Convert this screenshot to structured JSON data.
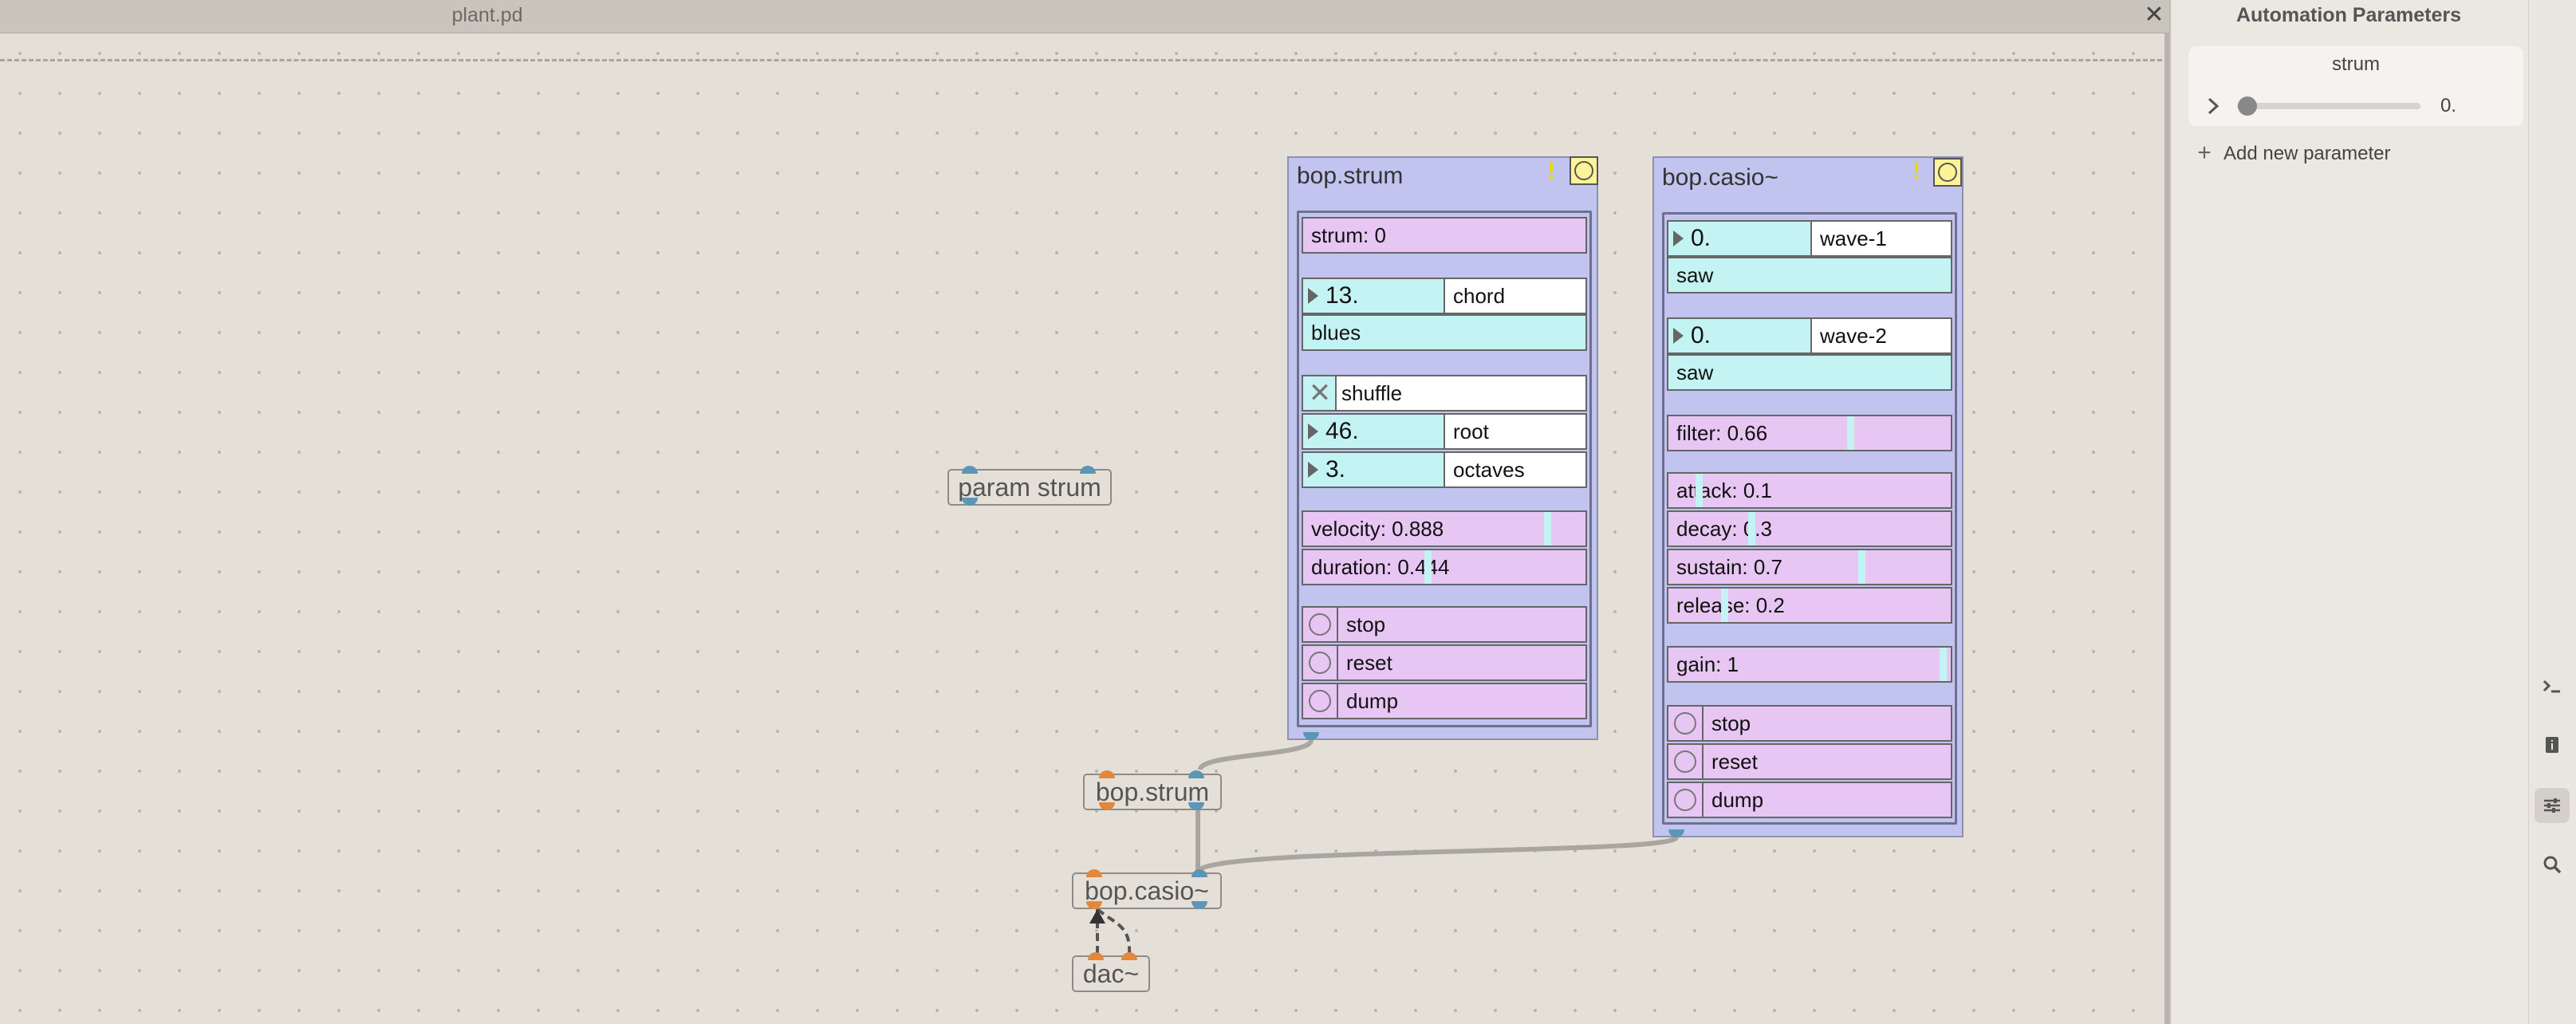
{
  "tab": {
    "title": "plant.pd"
  },
  "canvas": {
    "param_object": "param strum",
    "strum_object": "bop.strum",
    "casio_object": "bop.casio~",
    "dac_object": "dac~"
  },
  "strum_gop": {
    "title": "bop.strum",
    "warn": "!",
    "strum_label": "strum: 0",
    "chord_value": "13.",
    "chord_label": "chord",
    "chord_name": "blues",
    "shuffle_label": "shuffle",
    "root_value": "46.",
    "root_label": "root",
    "octaves_value": "3.",
    "octaves_label": "octaves",
    "velocity_label": "velocity: 0.888",
    "duration_label": "duration: 0.444",
    "stop_label": "stop",
    "reset_label": "reset",
    "dump_label": "dump"
  },
  "casio_gop": {
    "title": "bop.casio~",
    "warn": "!",
    "wave1_value": "0.",
    "wave1_label": "wave-1",
    "wave1_name": "saw",
    "wave2_value": "0.",
    "wave2_label": "wave-2",
    "wave2_name": "saw",
    "filter_label": "filter: 0.66",
    "attack_label": "attack: 0.1",
    "decay_label": "decay: 0.3",
    "sustain_label": "sustain: 0.7",
    "release_label": "release: 0.2",
    "gain_label": "gain: 1",
    "stop_label": "stop",
    "reset_label": "reset",
    "dump_label": "dump"
  },
  "panel": {
    "title": "Automation Parameters",
    "param_name": "strum",
    "param_value": "0.",
    "add_label": "Add new parameter"
  },
  "icons": [
    "close-icon",
    "pin-icon",
    "chevron-right-icon",
    "plus-icon",
    "console-icon",
    "document-info-icon",
    "sliders-icon",
    "search-icon"
  ]
}
